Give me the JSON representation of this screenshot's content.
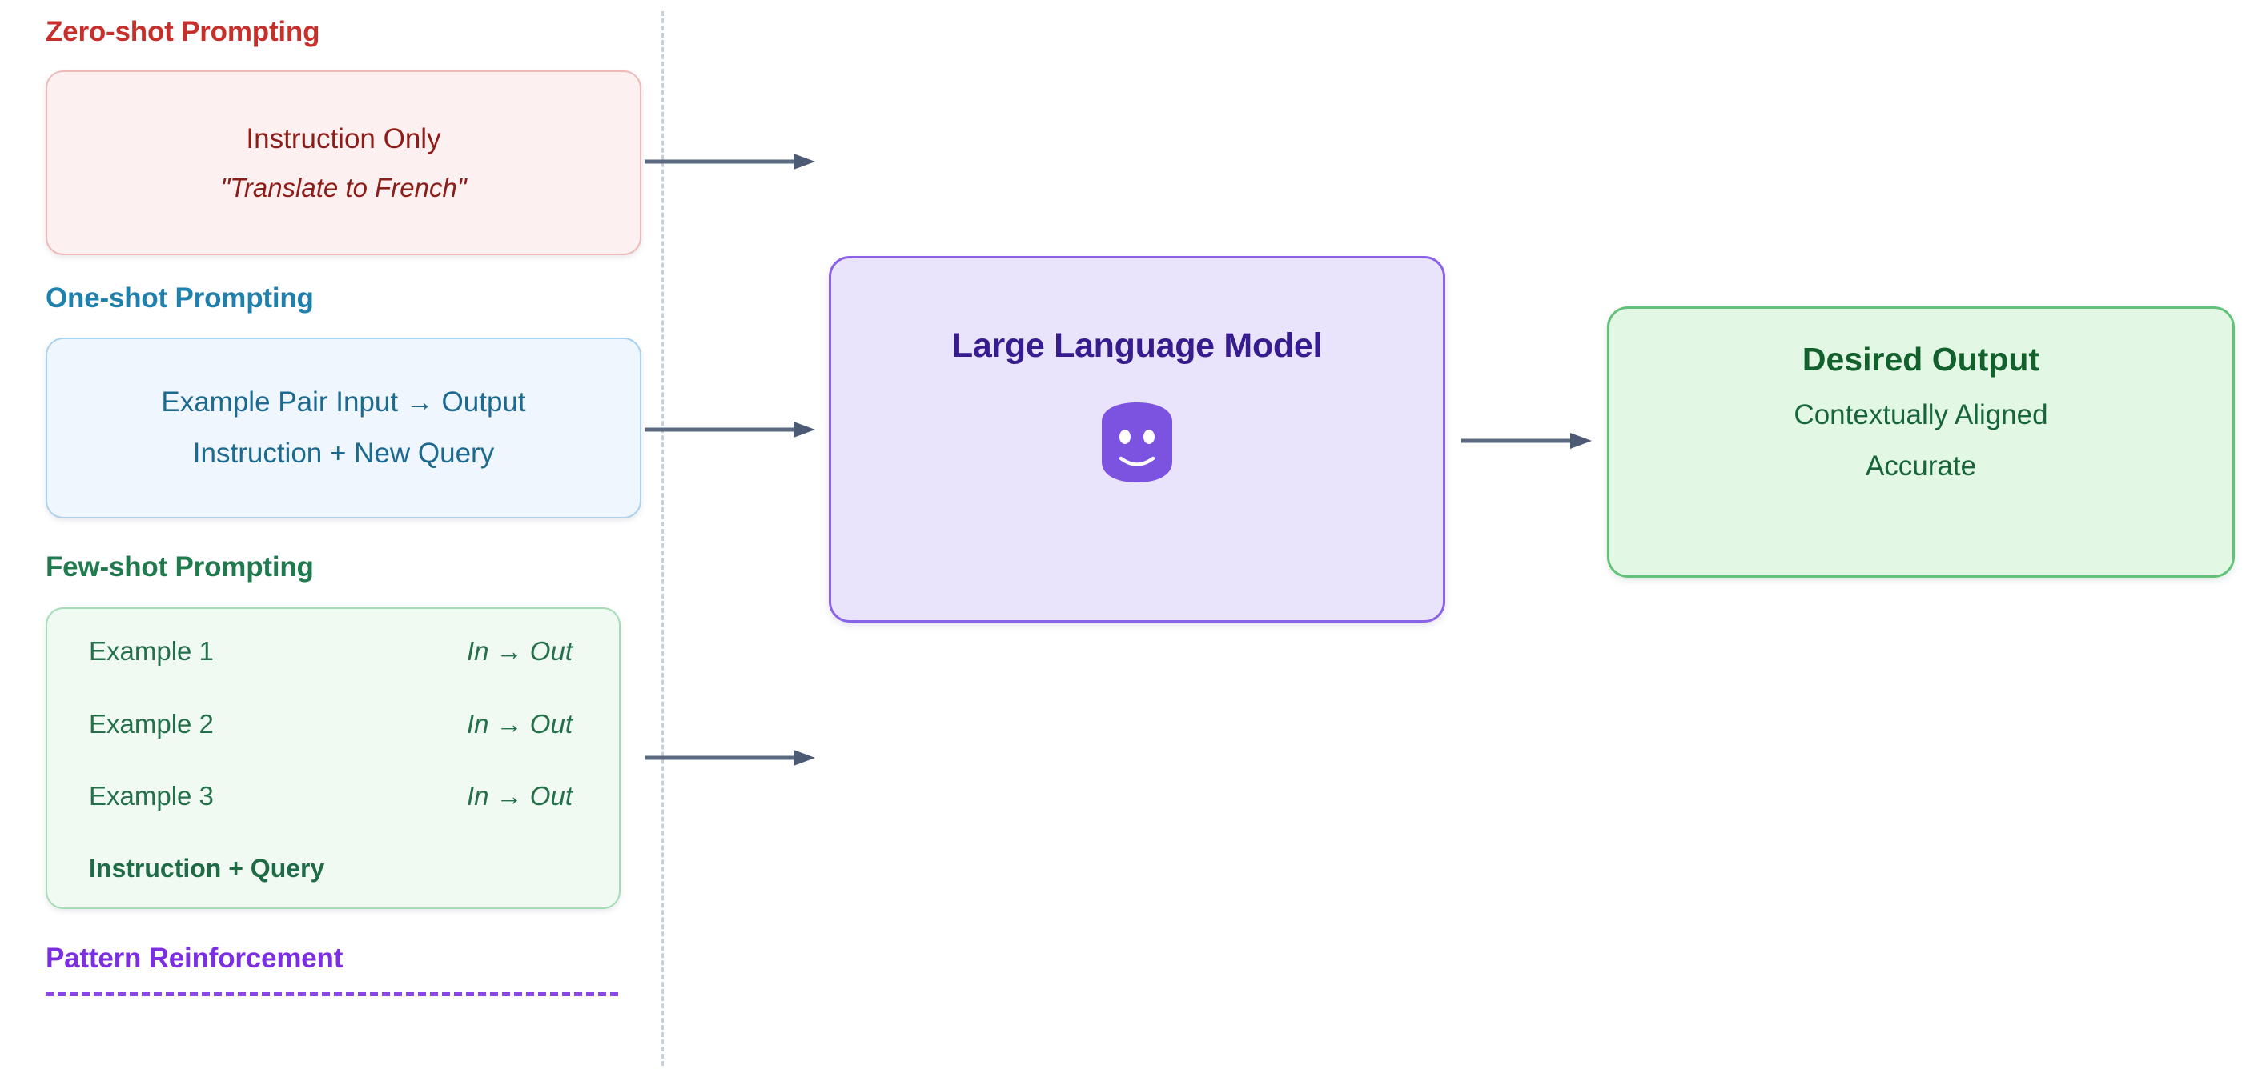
{
  "diagram": {
    "title_semantics": "LLM prompting strategies flow",
    "colors": {
      "zero_shot": "#c62f2a",
      "one_shot": "#1f7fad",
      "few_shot": "#1f7a4d",
      "pattern": "#7b2fe0",
      "llm": "#371c8f",
      "output": "#12602b",
      "arrow": "#5a6880",
      "divider": "#c6d0da"
    }
  },
  "zero_shot": {
    "heading": "Zero-shot Prompting",
    "line1": "Instruction Only",
    "line2": "\"Translate to French\""
  },
  "one_shot": {
    "heading": "One-shot Prompting",
    "line1": "Example Pair Input → Output",
    "line2": "Instruction + New Query"
  },
  "few_shot": {
    "heading": "Few-shot Prompting",
    "examples": [
      {
        "label": "Example 1",
        "io": "In → Out"
      },
      {
        "label": "Example 2",
        "io": "In → Out"
      },
      {
        "label": "Example 3",
        "io": "In → Out"
      }
    ],
    "footer": "Instruction + Query"
  },
  "pattern": {
    "heading": "Pattern Reinforcement"
  },
  "llm": {
    "title": "Large Language Model",
    "icon": "robot-face-icon"
  },
  "output": {
    "title": "Desired Output",
    "line1": "Contextually Aligned",
    "line2": "Accurate"
  },
  "arrows": [
    {
      "name": "arrow-zero-shot-to-llm"
    },
    {
      "name": "arrow-one-shot-to-llm"
    },
    {
      "name": "arrow-few-shot-to-llm"
    },
    {
      "name": "arrow-llm-to-output"
    }
  ]
}
